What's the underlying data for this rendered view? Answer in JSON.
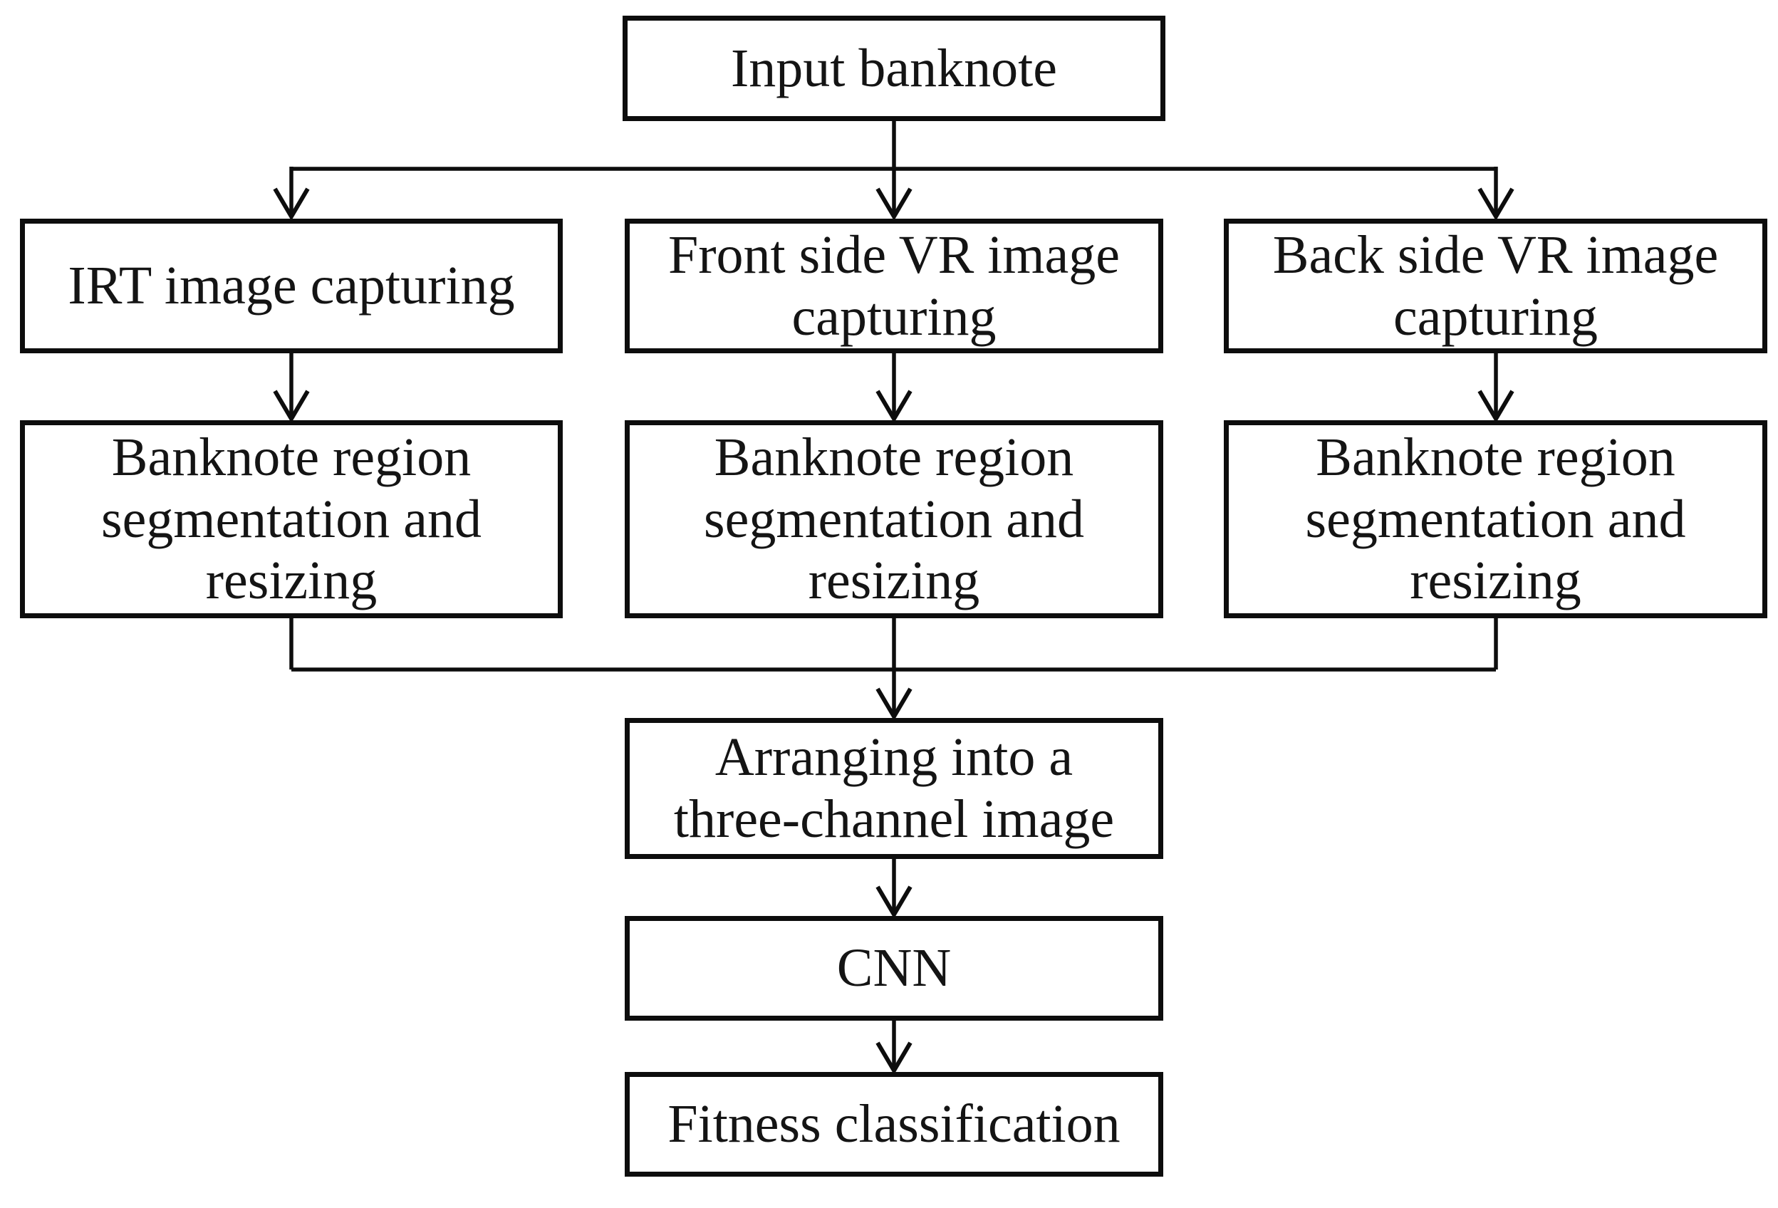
{
  "figure": {
    "type": "flowchart"
  },
  "colors": {
    "background": "#ffffff",
    "box_fill": "#ffffff",
    "box_border": "#0d0d0d",
    "connector": "#0d0d0d",
    "text": "#141414"
  },
  "nodes": {
    "input": {
      "label": "Input banknote"
    },
    "irt_capturing": {
      "label": "IRT image capturing"
    },
    "front_vr_capturing": {
      "label": "Front side VR image\ncapturing"
    },
    "back_vr_capturing": {
      "label": "Back side VR image\ncapturing"
    },
    "segmentation_irt": {
      "label": "Banknote region\nsegmentation and\nresizing"
    },
    "segmentation_front": {
      "label": "Banknote region\nsegmentation and\nresizing"
    },
    "segmentation_back": {
      "label": "Banknote region\nsegmentation and\nresizing"
    },
    "arranging": {
      "label": "Arranging into a\nthree-channel image"
    },
    "cnn": {
      "label": "CNN"
    },
    "fitness": {
      "label": "Fitness classification"
    }
  },
  "edges": [
    {
      "from": "input",
      "to": "irt_capturing"
    },
    {
      "from": "input",
      "to": "front_vr_capturing"
    },
    {
      "from": "input",
      "to": "back_vr_capturing"
    },
    {
      "from": "irt_capturing",
      "to": "segmentation_irt"
    },
    {
      "from": "front_vr_capturing",
      "to": "segmentation_front"
    },
    {
      "from": "back_vr_capturing",
      "to": "segmentation_back"
    },
    {
      "from": "segmentation_irt",
      "to": "arranging"
    },
    {
      "from": "segmentation_front",
      "to": "arranging"
    },
    {
      "from": "segmentation_back",
      "to": "arranging"
    },
    {
      "from": "arranging",
      "to": "cnn"
    },
    {
      "from": "cnn",
      "to": "fitness"
    }
  ]
}
